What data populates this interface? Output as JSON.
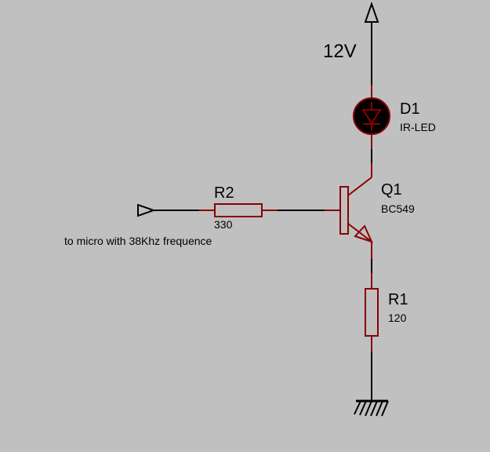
{
  "supply": {
    "label": "12V"
  },
  "d1": {
    "ref": "D1",
    "value": "IR-LED"
  },
  "q1": {
    "ref": "Q1",
    "value": "BC549"
  },
  "r2": {
    "ref": "R2",
    "value": "330"
  },
  "r1": {
    "ref": "R1",
    "value": "120"
  },
  "input": {
    "note": "to micro with 38Khz frequence"
  },
  "colors": {
    "background": "#c0c0c0",
    "wire": "#000000",
    "component": "#8b0000"
  }
}
